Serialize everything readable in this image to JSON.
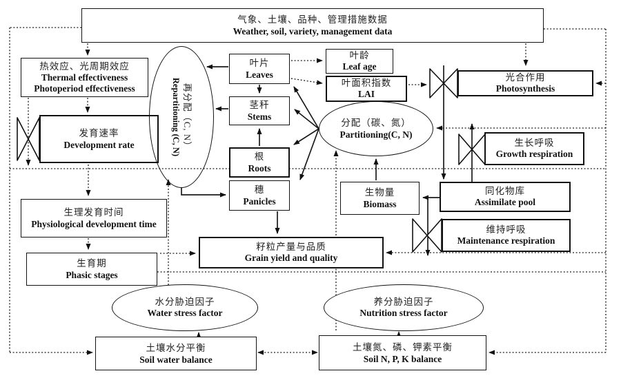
{
  "nodes": {
    "input_data": {
      "zh": "气象、土壤、品种、管理措施数据",
      "en": "Weather, soil, variety, management data"
    },
    "thermal_photoperiod": {
      "zh": "热效应、光周期效应",
      "en": "Thermal effectiveness\nPhotoperiod effectiveness"
    },
    "development_rate": {
      "zh": "发育速率",
      "en": "Development  rate"
    },
    "repartitioning": {
      "zh": "再分配（C, N）",
      "en": "Repartitioning (C, N)"
    },
    "leaves": {
      "zh": "叶片",
      "en": "Leaves"
    },
    "leaf_age": {
      "zh": "叶龄",
      "en": "Leaf age"
    },
    "lai": {
      "zh": "叶面积指数",
      "en": "LAI"
    },
    "photosynthesis": {
      "zh": "光合作用",
      "en": "Photosynthesis"
    },
    "stems": {
      "zh": "茎秆",
      "en": "Stems"
    },
    "partitioning": {
      "zh": "分配（碳、氮）",
      "en": "Partitioning(C, N)"
    },
    "growth_respiration": {
      "zh": "生长呼吸",
      "en": "Growth respiration"
    },
    "roots": {
      "zh": "根",
      "en": "Roots"
    },
    "panicles": {
      "zh": "穗",
      "en": "Panicles"
    },
    "biomass": {
      "zh": "生物量",
      "en": "Biomass"
    },
    "assimilate_pool": {
      "zh": "同化物库",
      "en": "Assimilate pool"
    },
    "maintenance_respiration": {
      "zh": "维持呼吸",
      "en": "Maintenance respiration"
    },
    "physiological_development_time": {
      "zh": "生理发育时间",
      "en": "Physiological development time"
    },
    "phasic_stages": {
      "zh": "生育期",
      "en": "Phasic stages"
    },
    "grain_yield": {
      "zh": "籽粒产量与品质",
      "en": "Grain yield and quality"
    },
    "water_stress": {
      "zh": "水分胁迫因子",
      "en": "Water stress factor"
    },
    "nutrition_stress": {
      "zh": "养分胁迫因子",
      "en": "Nutrition stress factor"
    },
    "soil_water_balance": {
      "zh": "土壤水分平衡",
      "en": "Soil water balance"
    },
    "soil_npk_balance": {
      "zh": "土壤氮、磷、钾素平衡",
      "en": "Soil N, P, K balance"
    }
  },
  "colors": {
    "line": "#1a1a1a",
    "background": "#ffffff"
  }
}
